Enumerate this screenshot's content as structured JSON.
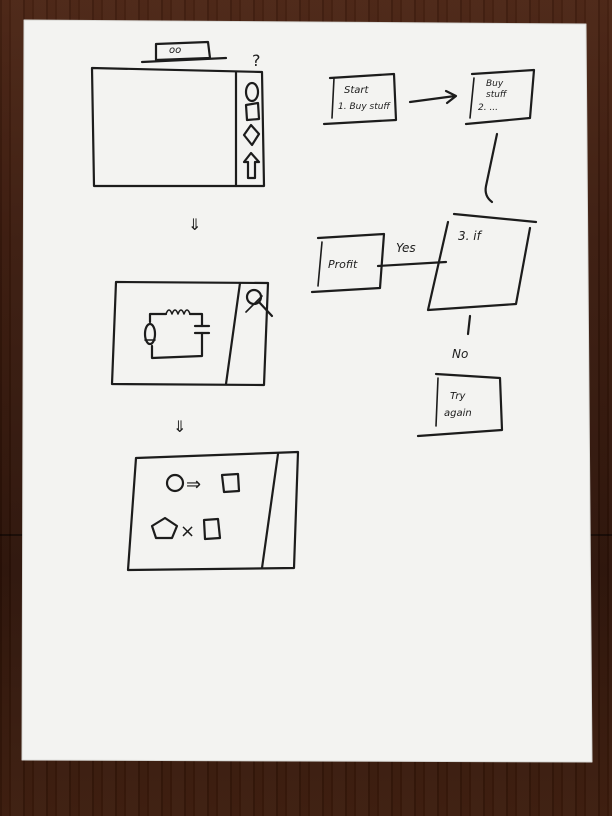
{
  "flow": {
    "start_line1": "Start",
    "start_line2": "1. Buy stuff",
    "buy_line1": "Buy",
    "buy_line2": "stuff",
    "buy_line3": "2. ...",
    "decision_label": "3. if",
    "profit_label": "Profit",
    "yes_label": "Yes",
    "no_label": "No",
    "try_line1": "Try",
    "try_line2": "again"
  },
  "screen1": {
    "toolbar_label": "oo",
    "help_mark": "?"
  },
  "screen3": {
    "arrow_op": "⇒",
    "times_op": "×"
  },
  "transitions": {
    "down_arrow": "⇓"
  }
}
